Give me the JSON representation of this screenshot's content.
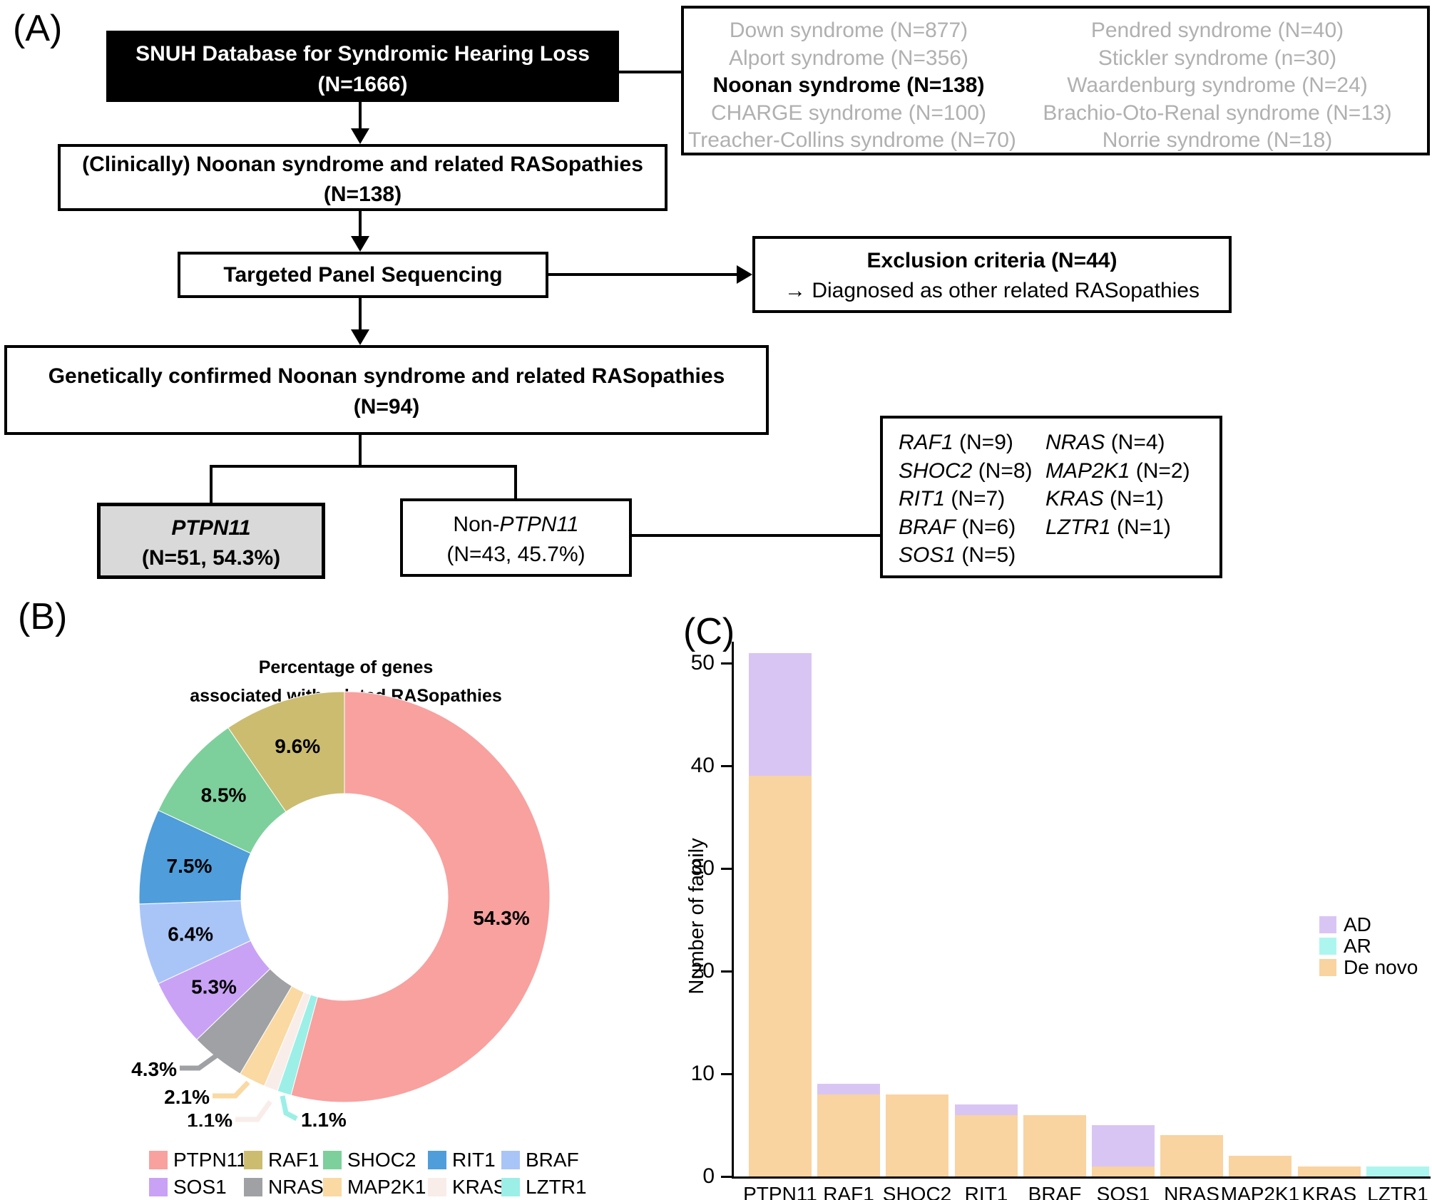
{
  "panel_a": {
    "label": "(A)",
    "snuh_box": {
      "line1": "SNUH Database for Syndromic Hearing Loss",
      "line2": "(N=1666)"
    },
    "syndrome_box": {
      "muted_text_color": "#b0b0b0",
      "left_column": [
        {
          "text": "Down syndrome (N=877)",
          "highlight": false
        },
        {
          "text": "Alport syndrome (N=356)",
          "highlight": false
        },
        {
          "text": "Noonan syndrome (N=138)",
          "highlight": true
        },
        {
          "text": "CHARGE syndrome (N=100)",
          "highlight": false
        },
        {
          "text": "Treacher-Collins syndrome (N=70)",
          "highlight": false
        }
      ],
      "right_column": [
        {
          "text": "Pendred syndrome (N=40)",
          "highlight": false
        },
        {
          "text": "Stickler syndrome (n=30)",
          "highlight": false
        },
        {
          "text": "Waardenburg syndrome (N=24)",
          "highlight": false
        },
        {
          "text": "Brachio-Oto-Renal syndrome (N=13)",
          "highlight": false
        },
        {
          "text": "Norrie syndrome (N=18)",
          "highlight": false
        }
      ]
    },
    "clinical_box": {
      "line1": "(Clinically) Noonan syndrome and related RASopathies",
      "line2": "(N=138)"
    },
    "targeted_box": {
      "label": "Targeted Panel Sequencing"
    },
    "exclusion_box": {
      "line1": "Exclusion criteria (N=44)",
      "line2": "→ Diagnosed as other related RASopathies"
    },
    "genetic_box": {
      "line1": "Genetically confirmed Noonan syndrome and related RASopathies",
      "line2": "(N=94)"
    },
    "ptpn11_box": {
      "line1": "PTPN11",
      "line2": "(N=51, 54.3%)",
      "fill": "#d9d9d9"
    },
    "non_ptpn11_box": {
      "prefix": "Non-",
      "gene": "PTPN11",
      "line2": "(N=43, 45.7%)"
    },
    "gene_box": {
      "left_column": [
        {
          "gene": "RAF1",
          "n": "(N=9)"
        },
        {
          "gene": "SHOC2",
          "n": "(N=8)"
        },
        {
          "gene": "RIT1",
          "n": "(N=7)"
        },
        {
          "gene": "BRAF",
          "n": "(N=6)"
        },
        {
          "gene": "SOS1",
          "n": "(N=5)"
        }
      ],
      "right_column": [
        {
          "gene": "NRAS",
          "n": "(N=4)"
        },
        {
          "gene": "MAP2K1",
          "n": "(N=2)"
        },
        {
          "gene": "KRAS",
          "n": "(N=1)"
        },
        {
          "gene": "LZTR1",
          "n": "(N=1)"
        }
      ]
    }
  },
  "panel_b": {
    "label": "(B)",
    "title_line1": "Percentage of genes",
    "title_line2": "associated with related RASopathies"
  },
  "panel_c": {
    "label": "(C)"
  },
  "chart_data": [
    {
      "type": "pie",
      "subtype": "donut",
      "title": "Percentage of genes associated with related RASopathies",
      "inner_radius_ratio": 0.5,
      "legend_position": "bottom",
      "slices": [
        {
          "label": "PTPN11",
          "value": 54.3,
          "color": "#F8A19F"
        },
        {
          "label": "RAF1",
          "value": 9.6,
          "color": "#CCBC70"
        },
        {
          "label": "SHOC2",
          "value": 8.5,
          "color": "#7DD09B"
        },
        {
          "label": "RIT1",
          "value": 7.5,
          "color": "#4F9DDB"
        },
        {
          "label": "BRAF",
          "value": 6.4,
          "color": "#A9C5F8"
        },
        {
          "label": "SOS1",
          "value": 5.3,
          "color": "#C9A2F5"
        },
        {
          "label": "NRAS",
          "value": 4.3,
          "color": "#9FA1A4"
        },
        {
          "label": "MAP2K1",
          "value": 2.1,
          "color": "#FAD9A3"
        },
        {
          "label": "KRAS",
          "value": 1.1,
          "color": "#F9EDE9"
        },
        {
          "label": "LZTR1",
          "value": 1.1,
          "color": "#9BEFE7"
        }
      ],
      "clockwise_order": [
        "PTPN11",
        "LZTR1",
        "KRAS",
        "MAP2K1",
        "NRAS",
        "SOS1",
        "BRAF",
        "RIT1",
        "SHOC2",
        "RAF1"
      ]
    },
    {
      "type": "bar",
      "stacked": true,
      "categories": [
        "PTPN11",
        "RAF1",
        "SHOC2",
        "RIT1",
        "BRAF",
        "SOS1",
        "NRAS",
        "MAP2K1",
        "KRAS",
        "LZTR1"
      ],
      "series": [
        {
          "name": "De novo",
          "color": "#F9D3A0",
          "values": [
            39,
            8,
            8,
            6,
            6,
            1,
            4,
            2,
            1,
            0
          ]
        },
        {
          "name": "AD",
          "color": "#D9C5F4",
          "values": [
            12,
            1,
            0,
            1,
            0,
            4,
            0,
            0,
            0,
            0
          ]
        },
        {
          "name": "AR",
          "color": "#ADF6EF",
          "values": [
            0,
            0,
            0,
            0,
            0,
            0,
            0,
            0,
            0,
            1
          ]
        }
      ],
      "totals": [
        51,
        9,
        8,
        7,
        6,
        5,
        4,
        2,
        1,
        1
      ],
      "ylabel": "Number of family",
      "xlabel": "",
      "yticks": [
        0,
        10,
        20,
        30,
        40,
        50
      ],
      "ylim": [
        0,
        51
      ],
      "grid": false,
      "legend": [
        "AD",
        "AR",
        "De novo"
      ],
      "legend_position": "right"
    }
  ]
}
